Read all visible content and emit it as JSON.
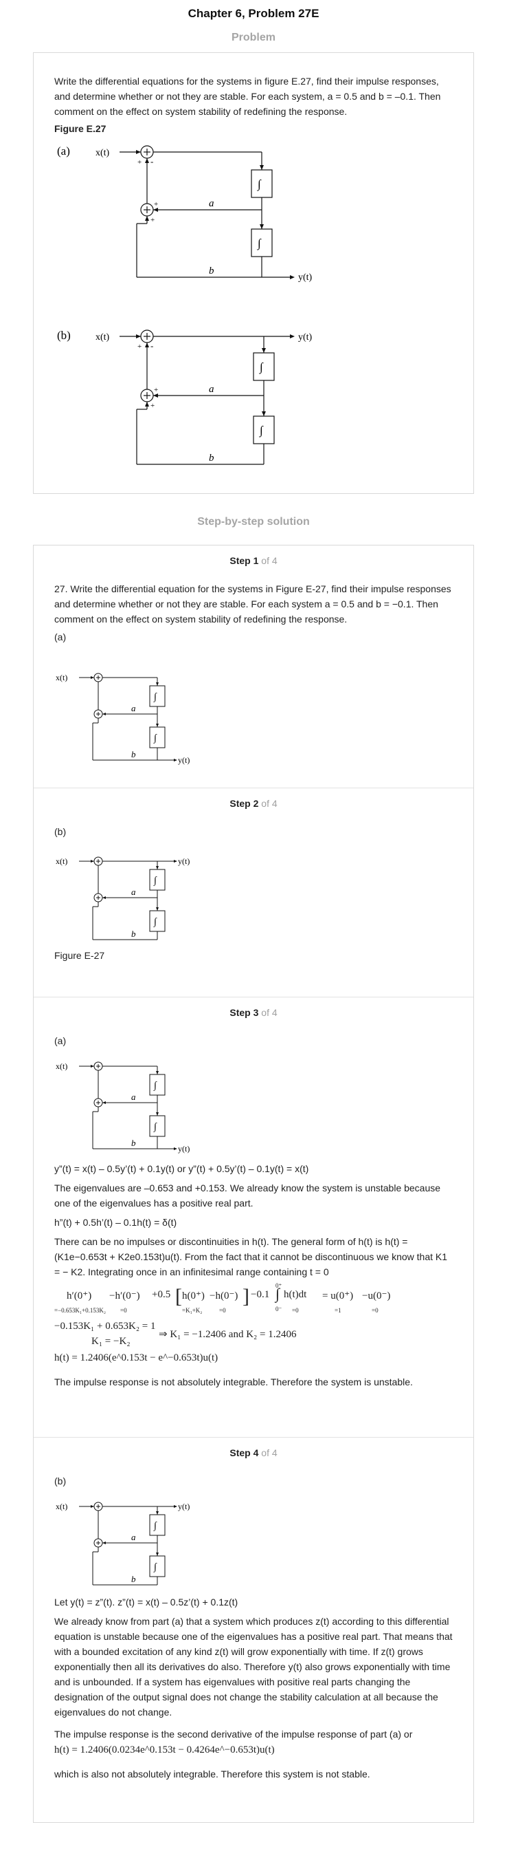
{
  "header": {
    "title": "Chapter 6, Problem 27E"
  },
  "problem": {
    "section_label": "Problem",
    "text": "Write the differential equations for the systems in figure E.27, find their impulse responses, and determine whether or not they are stable. For each system, a = 0.5 and b = –0.1. Then comment on the effect on system stability of redefining the response.",
    "figure_title": "Figure E.27",
    "diagram_a": {
      "label": "(a)",
      "input": "x(t)",
      "output": "y(t)",
      "gain_a": "a",
      "gain_b": "b",
      "sign_plus": "+",
      "sign_minus": "-",
      "integrator": "∫"
    },
    "diagram_b": {
      "label": "(b)",
      "input": "x(t)",
      "output": "y(t)",
      "gain_a": "a",
      "gain_b": "b",
      "sign_plus": "+",
      "sign_minus": "-",
      "integrator": "∫"
    }
  },
  "solution": {
    "section_label": "Step-by-step solution",
    "step_word": "Step",
    "of_total": "of 4",
    "steps": [
      {
        "number": "1",
        "text": "27. Write the differential equation for the systems in Figure E-27, find their impulse responses and determine whether or not they are stable. For each system a = 0.5 and b = −0.1. Then comment on the effect on system stability of redefining the response.",
        "label": "(a)"
      },
      {
        "number": "2",
        "label": "(b)",
        "caption": "Figure E-27"
      },
      {
        "number": "3",
        "label": "(a)",
        "eq1": "y”(t) = x(t) – 0.5y’(t) + 0.1y(t) or y”(t) + 0.5y’(t) – 0.1y(t) = x(t)",
        "para1": "The eigenvalues are –0.653 and +0.153. We already know the system is unstable because one of the eigenvalues has a positive real part.",
        "eq2": "h”(t) + 0.5h’(t) – 0.1h(t) = δ(t)",
        "para2": "There can be no impulses or discontinuities in h(t). The general form of h(t) is h(t) = (K1e−0.653t + K2e0.153t)u(t). From the fact that it cannot be discontinuous we know that K1 = − K2. Integrating once in an infinitesimal range containing t = 0",
        "math": {
          "h1": "h′(0⁺)",
          "h1_under": "=−0.653K₁+0.153K₂",
          "minus_h0": "−h′(0⁻)",
          "zero": "=0",
          "plus_05": "+0.5",
          "h0p": "h(0⁺)",
          "k_sum": "=K₁+K₂",
          "minus_h0m": "−h(0⁻)",
          "minus_01": "−0.1",
          "int_upper": "0⁺",
          "int_lower": "0⁻",
          "integral": "h(t)dt",
          "equals_u": "= u(0⁺)",
          "one": "=1",
          "minus_u": "−u(0⁻)",
          "line2": "−0.153K₁ + 0.653K₂ = 1",
          "line3": "K₁ = −K₂",
          "implies": "⇒ K₁ = −1.2406 and K₂ = 1.2406",
          "result": "h(t) = 1.2406(e^0.153t − e^−0.653t)u(t)"
        },
        "para3": "The impulse response is not absolutely integrable. Therefore the system is unstable."
      },
      {
        "number": "4",
        "label": "(b)",
        "eq1": "Let y(t) = z”(t). z”(t) = x(t) – 0.5z’(t) + 0.1z(t)",
        "para1": "We already know from part (a) that a system which produces z(t) according to this differential equation is unstable because one of the eigenvalues has a positive real part. That means that with a bounded excitation of any kind z(t) will grow exponentially with time. If z(t) grows exponentially then all its derivatives do also. Therefore y(t) also grows exponentially with time and is unbounded. If a system has eigenvalues with positive real parts changing the designation of the output signal does not change the stability calculation at all because the eigenvalues do not change.",
        "para2": "The impulse response is the second derivative of the impulse response of part (a) or",
        "result": "h(t) = 1.2406(0.0234e^0.153t − 0.4264e^−0.653t)u(t)",
        "para3": "which is also not absolutely integrable. Therefore this system is not stable."
      }
    ]
  }
}
